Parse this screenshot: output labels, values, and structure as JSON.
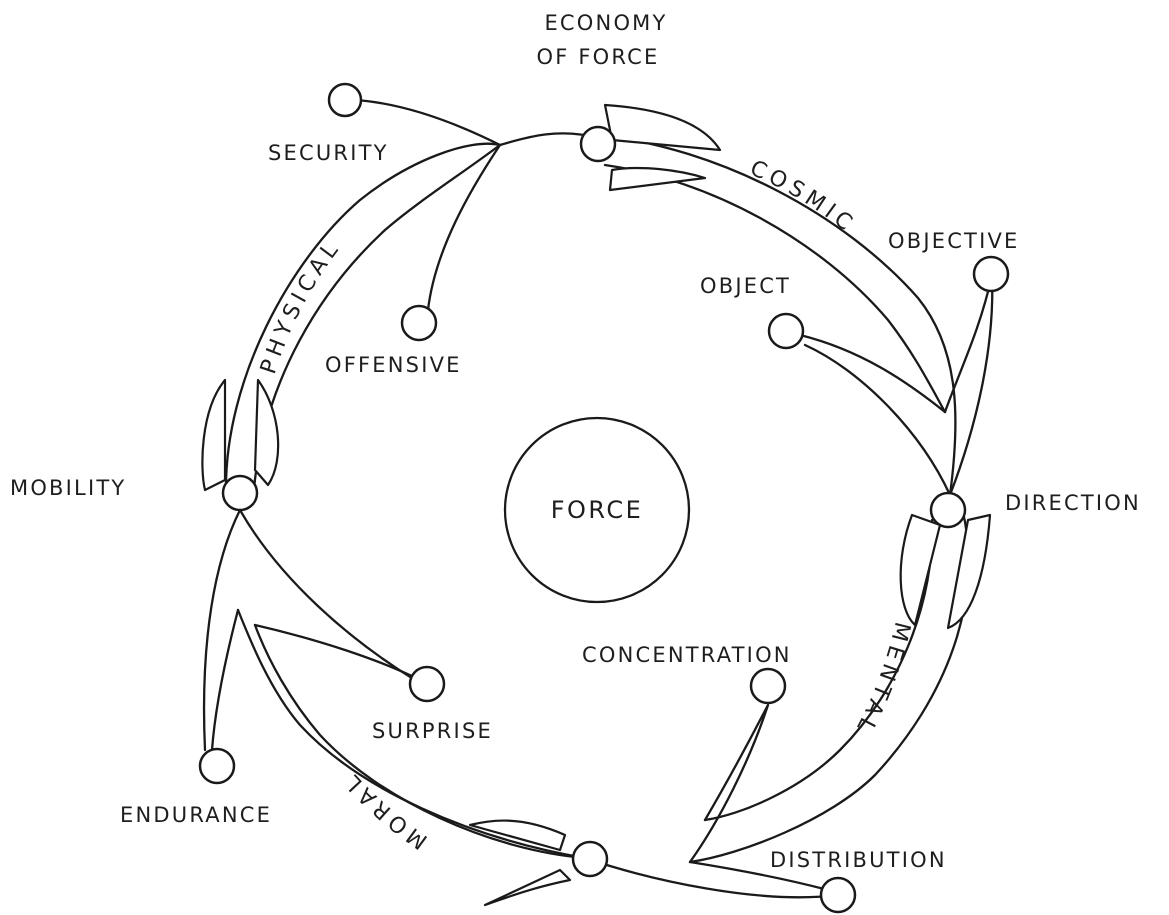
{
  "diagram": {
    "center": {
      "label": "FORCE"
    },
    "bands": [
      {
        "id": "cosmic",
        "label": "COSMIC"
      },
      {
        "id": "mental",
        "label": "MENTAL"
      },
      {
        "id": "moral",
        "label": "MORAL"
      },
      {
        "id": "physical",
        "label": "PHYSICAL"
      }
    ],
    "nodes": {
      "economy_of_force": {
        "line1": "ECONOMY",
        "line2": "OF FORCE"
      },
      "security": "SECURITY",
      "offensive": "OFFENSIVE",
      "objective": "OBJECTIVE",
      "object": "OBJECT",
      "mobility": "MOBILITY",
      "direction": "DIRECTION",
      "concentration": "CONCENTRATION",
      "surprise": "SURPRISE",
      "endurance": "ENDURANCE",
      "distribution": "DISTRIBUTION"
    }
  }
}
